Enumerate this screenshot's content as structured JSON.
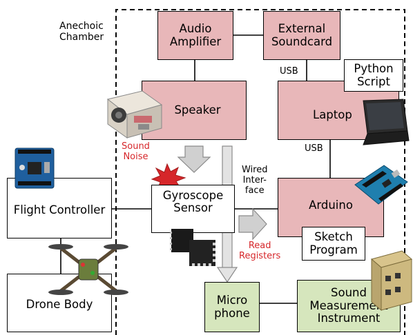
{
  "chamber_label": [
    "Anechoic",
    "Chamber"
  ],
  "boxes": {
    "audio_amplifier": [
      "Audio",
      "Amplifier"
    ],
    "external_soundcard": [
      "External",
      "Soundcard"
    ],
    "speaker": "Speaker",
    "laptop": "Laptop",
    "python_script": [
      "Python",
      "Script"
    ],
    "arduino": "Arduino",
    "sketch_program": [
      "Sketch",
      "Program"
    ],
    "flight_controller": "Flight Controller",
    "gyroscope_sensor": [
      "Gyroscope",
      "Sensor"
    ],
    "drone_body": "Drone Body",
    "microphone": [
      "Micro",
      "phone"
    ],
    "sound_measurement": [
      "Sound",
      "Measurement",
      "Instrument"
    ]
  },
  "labels": {
    "usb_top": "USB",
    "usb_mid": "USB",
    "sound_noise": [
      "Sound",
      "Noise"
    ],
    "wired_interface": [
      "Wired",
      "Inter-",
      "face"
    ],
    "read_registers": [
      "Read",
      "Registers"
    ]
  },
  "colors": {
    "pink_box": "#e8b7b9",
    "green_box": "#d6e6bd",
    "red_text": "#d6262a",
    "arrow_gray": "#d0d0d0"
  },
  "icons": [
    "speaker-photo",
    "flight-controller-board-photo",
    "gyro-chip-photo",
    "drone-photo",
    "laptop-photo",
    "arduino-board-photo",
    "sound-instrument-photo",
    "burst-star-icon"
  ]
}
